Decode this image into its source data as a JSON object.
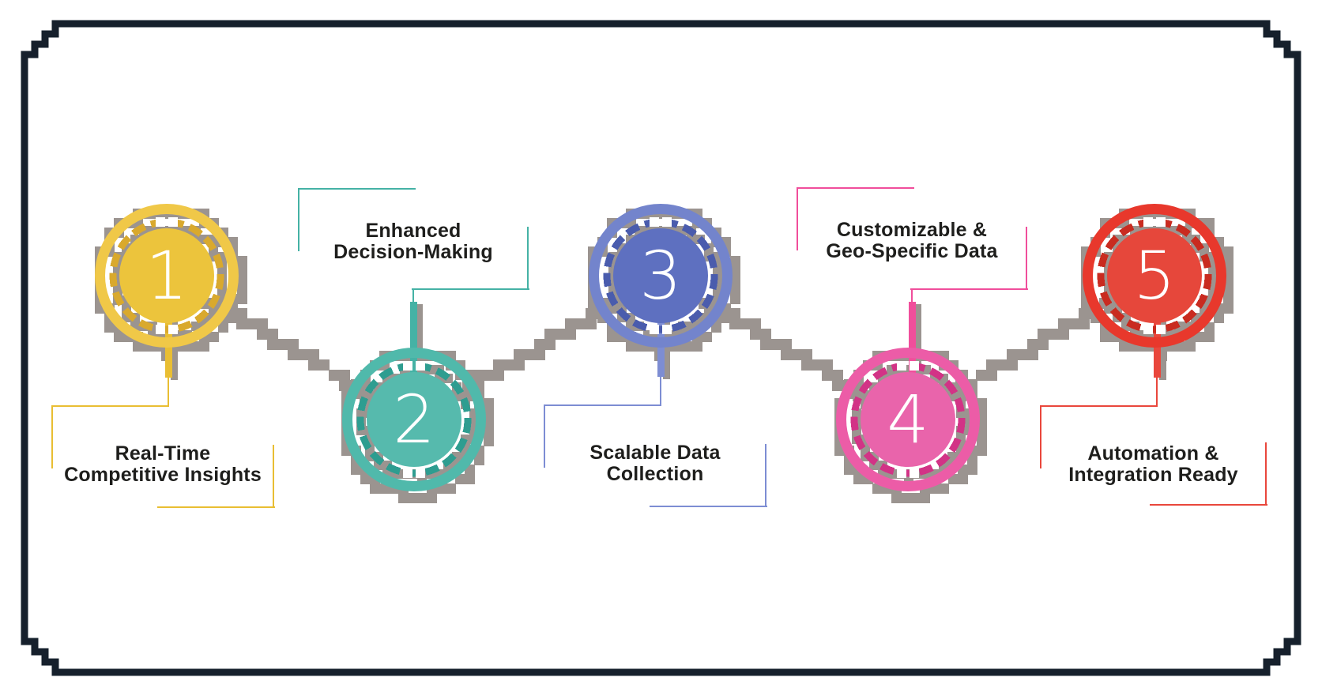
{
  "style": {
    "background": "#FFFFFF",
    "frame_color": "#16202C",
    "connector_color": "#9B9490",
    "text_color": "#1E1E1C",
    "number_color": "#FFFFFF"
  },
  "steps": [
    {
      "number": "1",
      "label_line1": "Real-Time",
      "label_line2": "Competitive Insights",
      "colors": {
        "outer": "#F0C848",
        "dash": "#D9A92D",
        "inner": "#ECC43C",
        "line": "#E9BE33"
      }
    },
    {
      "number": "2",
      "label_line1": "Enhanced",
      "label_line2": "Decision-Making",
      "colors": {
        "outer": "#50B9AB",
        "dash": "#2E9D90",
        "inner": "#56BAAD",
        "line": "#45B2A5"
      }
    },
    {
      "number": "3",
      "label_line1": "Scalable Data",
      "label_line2": "Collection",
      "colors": {
        "outer": "#7384CC",
        "dash": "#4A5CAD",
        "inner": "#5E70C0",
        "line": "#7D8DD3"
      }
    },
    {
      "number": "4",
      "label_line1": "Customizable &",
      "label_line2": "Geo-Specific Data",
      "colors": {
        "outer": "#EC5CA7",
        "dash": "#D23386",
        "inner": "#E964AB",
        "line": "#F04E9B"
      }
    },
    {
      "number": "5",
      "label_line1": "Automation &",
      "label_line2": "Integration Ready",
      "colors": {
        "outer": "#E8382C",
        "dash": "#C92B20",
        "inner": "#E6473B",
        "line": "#E9473C"
      }
    }
  ]
}
